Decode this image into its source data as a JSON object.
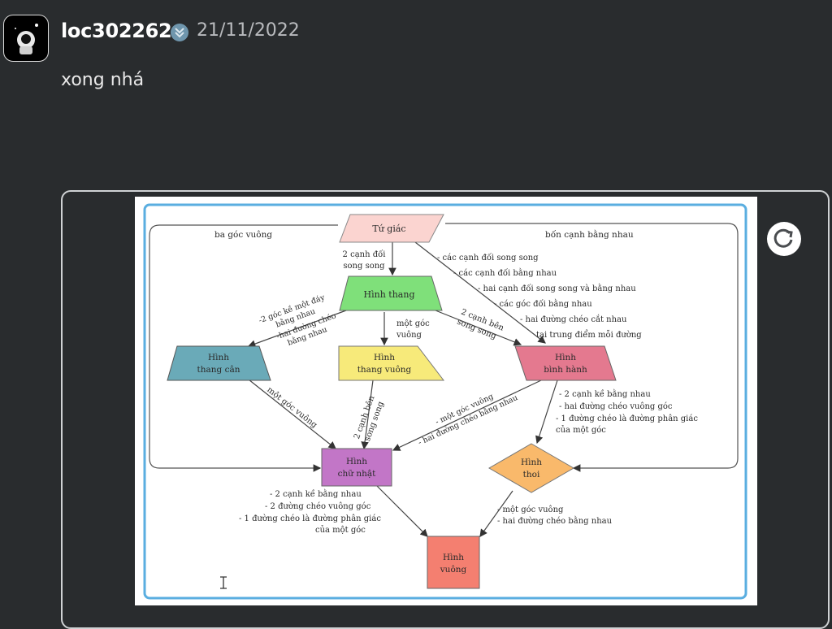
{
  "post": {
    "username": "loc302262",
    "date": "21/11/2022",
    "message": "xong nhá"
  },
  "diagram": {
    "nodes": {
      "tu_giac": "Tứ giác",
      "hinh_thang": "Hình thang",
      "thang_can_1": "Hình",
      "thang_can_2": "thang cân",
      "thang_vuong_1": "Hình",
      "thang_vuong_2": "thang vuông",
      "binh_hanh_1": "Hình",
      "binh_hanh_2": "bình hành",
      "chu_nhat_1": "Hình",
      "chu_nhat_2": "chữ nhật",
      "thoi_1": "Hình",
      "thoi_2": "thoi",
      "vuong_1": "Hình",
      "vuong_2": "vuông"
    },
    "labels": {
      "ba_goc_vuong": "ba góc vuông",
      "bon_canh": "bốn cạnh bằng nhau",
      "song_song_1": "2 cạnh đối",
      "song_song_2": "song song",
      "bh_cond_1": "- các cạnh đối song song",
      "bh_cond_2": "- các cạnh đối bằng nhau",
      "bh_cond_3": "- hai cạnh đối song song và bằng nhau",
      "bh_cond_4": "- các góc đối bằng nhau",
      "bh_cond_5": "- hai đường chéo cắt nhau",
      "bh_cond_6": "tại trung điểm mỗi đường",
      "tc_cond_1": "-2 góc kề một đáy",
      "tc_cond_2": "bằng nhau",
      "tc_cond_3": "-hai đường chéo",
      "tc_cond_4": "bằng nhau",
      "mot_goc_1": "một góc",
      "mot_goc_2": "vuông",
      "canh_ben_1": "2 cạnh bên",
      "canh_ben_2": "song song",
      "tc_to_cn": "một góc vuông",
      "tv_1": "2 cạnh bên",
      "tv_2": "song song",
      "bh_cn_1": "- một góc vuông",
      "bh_cn_2": "- hai đường chéo bằng nhau",
      "bh_thoi_1": "- 2 cạnh kề bằng nhau",
      "bh_thoi_2": "- hai đường chéo vuông góc",
      "bh_thoi_3": "- 1 đường chéo là đường phân giác",
      "bh_thoi_4": "của một góc",
      "cn_v_1": "- 2 cạnh kề bằng nhau",
      "cn_v_2": "- 2 đường chéo vuông góc",
      "cn_v_3": "- 1 đường chéo là đường phân giác",
      "cn_v_4": "của một góc",
      "thoi_v_1": "- một góc vuông",
      "thoi_v_2": "- hai đường chéo bằng nhau"
    },
    "colors": {
      "tu_giac": "#fbd4d0",
      "hinh_thang": "#7fe07a",
      "thang_can": "#6aaab8",
      "thang_vuong": "#f7ea7a",
      "binh_hanh": "#e4798f",
      "chu_nhat": "#c276c7",
      "thoi": "#f9b96b",
      "vuong": "#f47f70",
      "border": "#5aaee0"
    }
  }
}
